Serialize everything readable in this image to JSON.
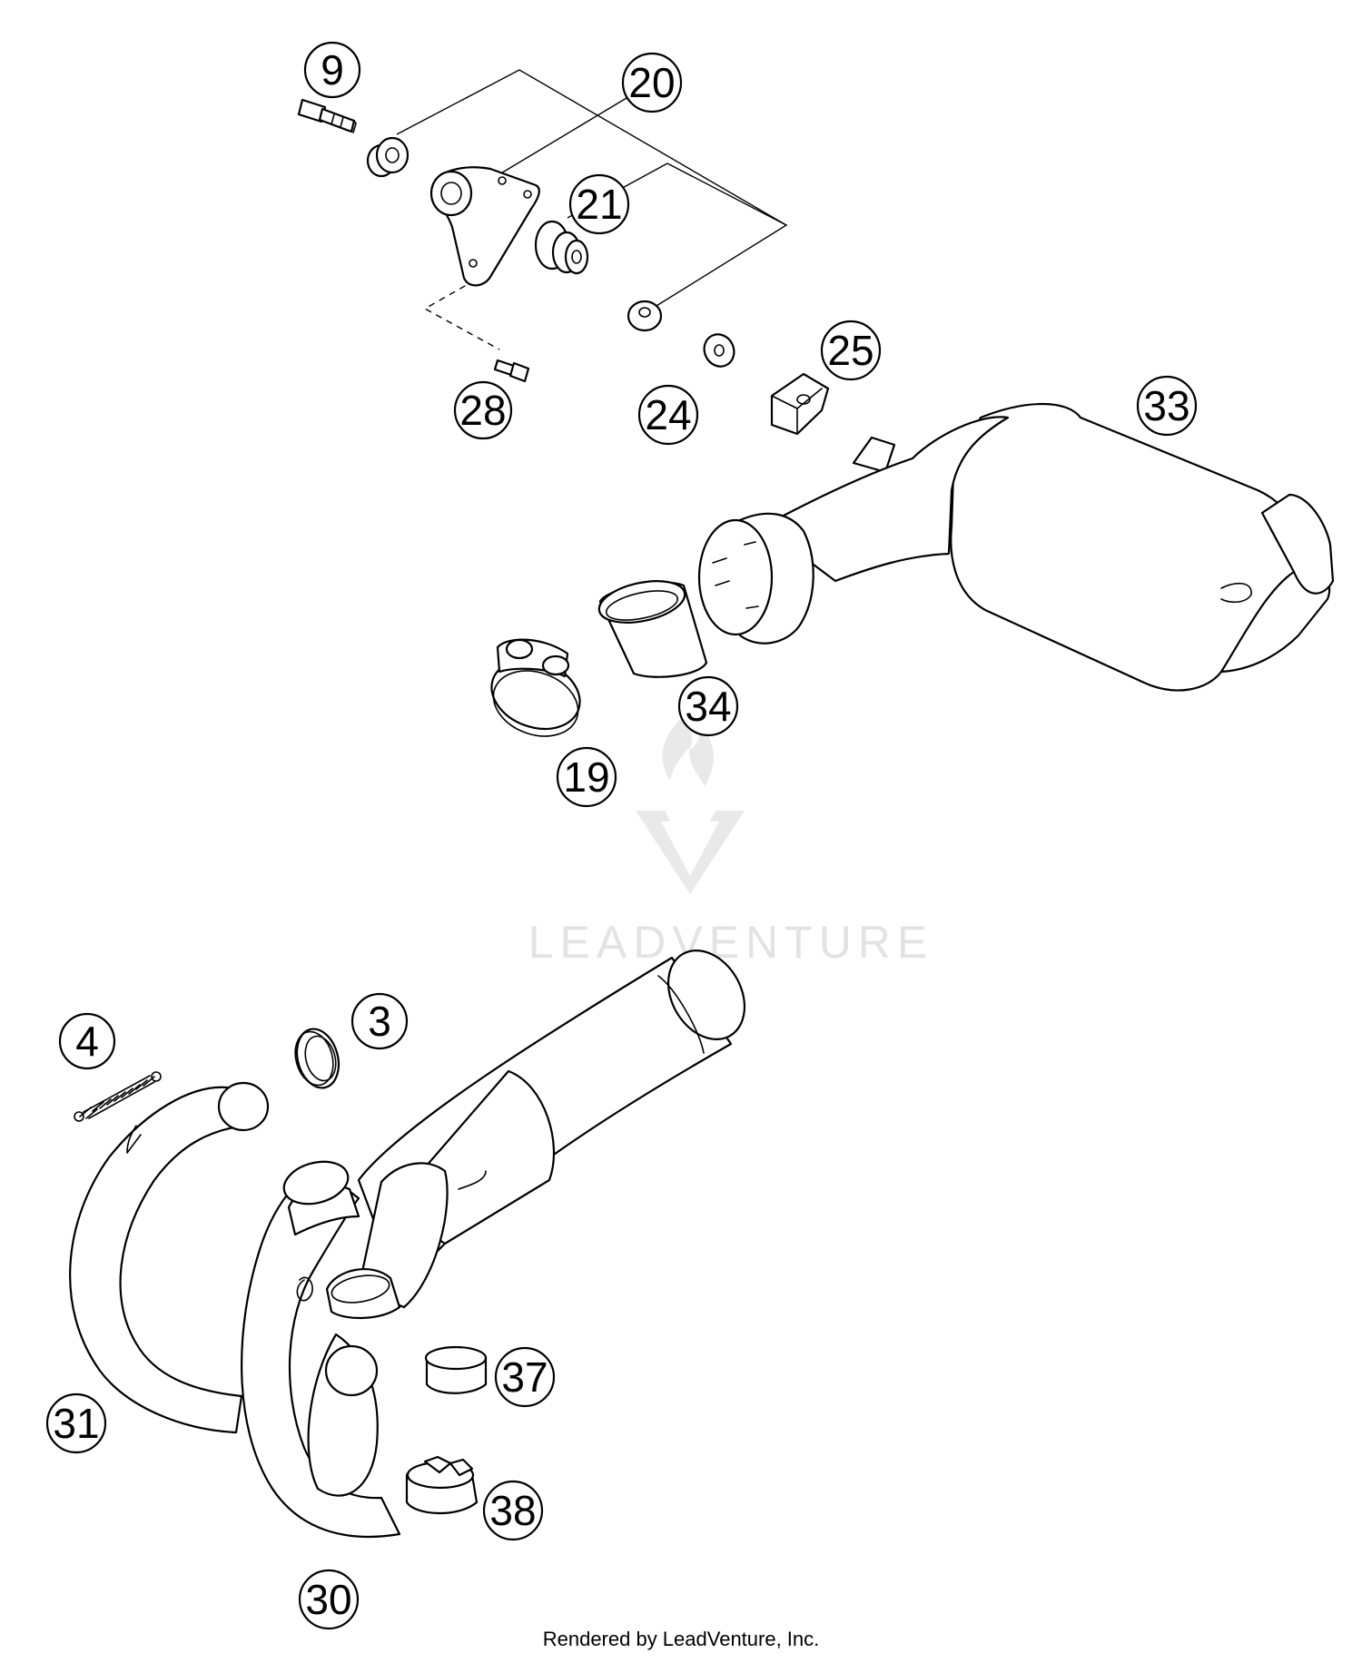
{
  "diagram": {
    "callouts": [
      {
        "id": "9",
        "label": "9"
      },
      {
        "id": "20",
        "label": "20"
      },
      {
        "id": "21",
        "label": "21"
      },
      {
        "id": "28",
        "label": "28"
      },
      {
        "id": "24",
        "label": "24"
      },
      {
        "id": "25",
        "label": "25"
      },
      {
        "id": "33",
        "label": "33"
      },
      {
        "id": "34",
        "label": "34"
      },
      {
        "id": "19",
        "label": "19"
      },
      {
        "id": "4",
        "label": "4"
      },
      {
        "id": "3",
        "label": "3"
      },
      {
        "id": "37",
        "label": "37"
      },
      {
        "id": "31",
        "label": "31"
      },
      {
        "id": "38",
        "label": "38"
      },
      {
        "id": "30",
        "label": "30"
      }
    ],
    "watermark": "LEADVENTURE",
    "credit": "Rendered by LeadVenture, Inc."
  }
}
